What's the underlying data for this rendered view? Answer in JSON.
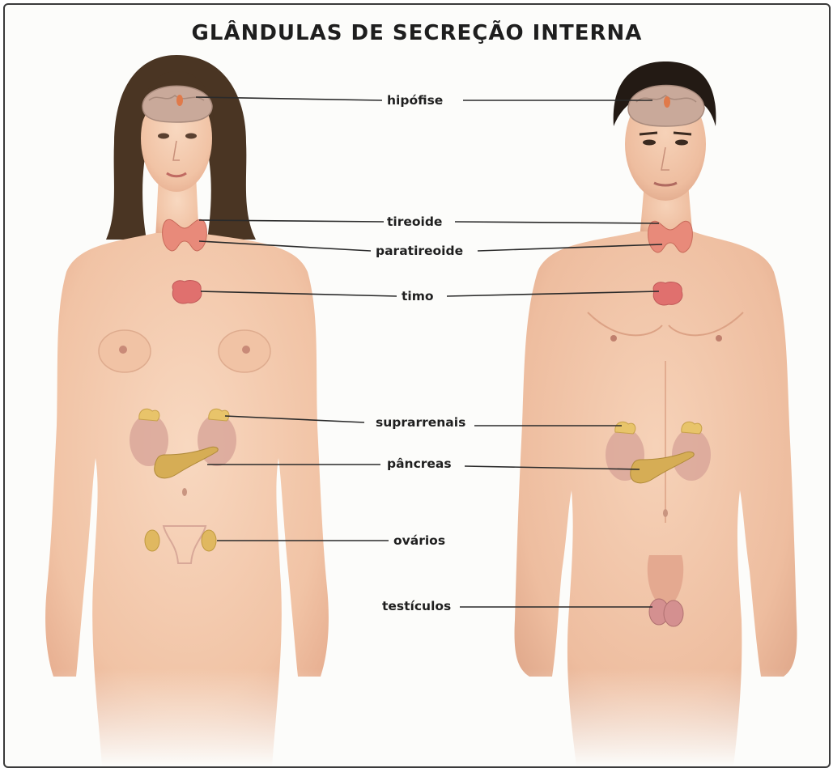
{
  "title": "GLÂNDULAS DE SECREÇÃO INTERNA",
  "labels": {
    "hipofise": "hipófise",
    "tireoide": "tireoide",
    "paratireoide": "paratireoide",
    "timo": "timo",
    "suprarrenais": "suprarrenais",
    "pancreas": "pâncreas",
    "ovarios": "ovários",
    "testiculos": "testículos"
  },
  "colors": {
    "skin": "#f3c9ad",
    "skin_shadow": "#e2a98a",
    "hair_female": "#4a3523",
    "hair_male": "#231a14",
    "brain": "#c9a99a",
    "thyroid": "#e88a7a",
    "thymus": "#e0706e",
    "adrenal": "#e8c46a",
    "kidney": "#d9a79a",
    "pancreas": "#d6ad55",
    "leader_line": "#2a2a2a"
  }
}
